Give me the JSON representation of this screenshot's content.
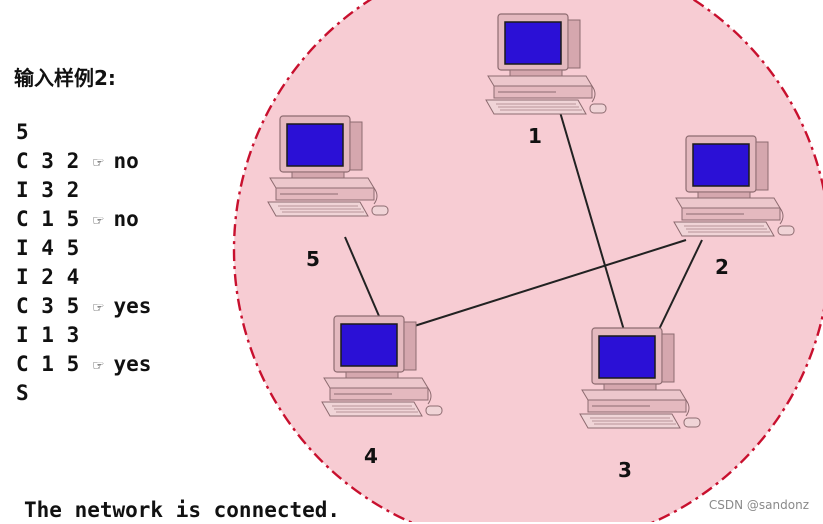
{
  "heading": "输入样例2:",
  "input_lines": [
    {
      "cmd": "5",
      "answer": ""
    },
    {
      "cmd": "C 3 2",
      "answer": "no"
    },
    {
      "cmd": "I 3 2",
      "answer": ""
    },
    {
      "cmd": "C 1 5",
      "answer": "no"
    },
    {
      "cmd": "I 4 5",
      "answer": ""
    },
    {
      "cmd": "I 2 4",
      "answer": ""
    },
    {
      "cmd": "C 3 5",
      "answer": "yes"
    },
    {
      "cmd": "I 1 3",
      "answer": ""
    },
    {
      "cmd": "C 1 5",
      "answer": "yes"
    },
    {
      "cmd": "S",
      "answer": ""
    }
  ],
  "answer_icon": "pointing-hand-icon",
  "output_text": "The network is connected.",
  "network": {
    "nodes": [
      {
        "id": "1",
        "label": "1"
      },
      {
        "id": "2",
        "label": "2"
      },
      {
        "id": "3",
        "label": "3"
      },
      {
        "id": "4",
        "label": "4"
      },
      {
        "id": "5",
        "label": "5"
      }
    ],
    "edges": [
      [
        "1",
        "3"
      ],
      [
        "2",
        "3"
      ],
      [
        "2",
        "4"
      ],
      [
        "4",
        "5"
      ]
    ]
  },
  "colors": {
    "circle_fill": "#f7ccd3",
    "circle_stroke": "#c8102e",
    "computer_body": "#e4b9bf",
    "screen": "#2b10d6",
    "edge": "#222222"
  },
  "watermark": "CSDN @sandonz"
}
